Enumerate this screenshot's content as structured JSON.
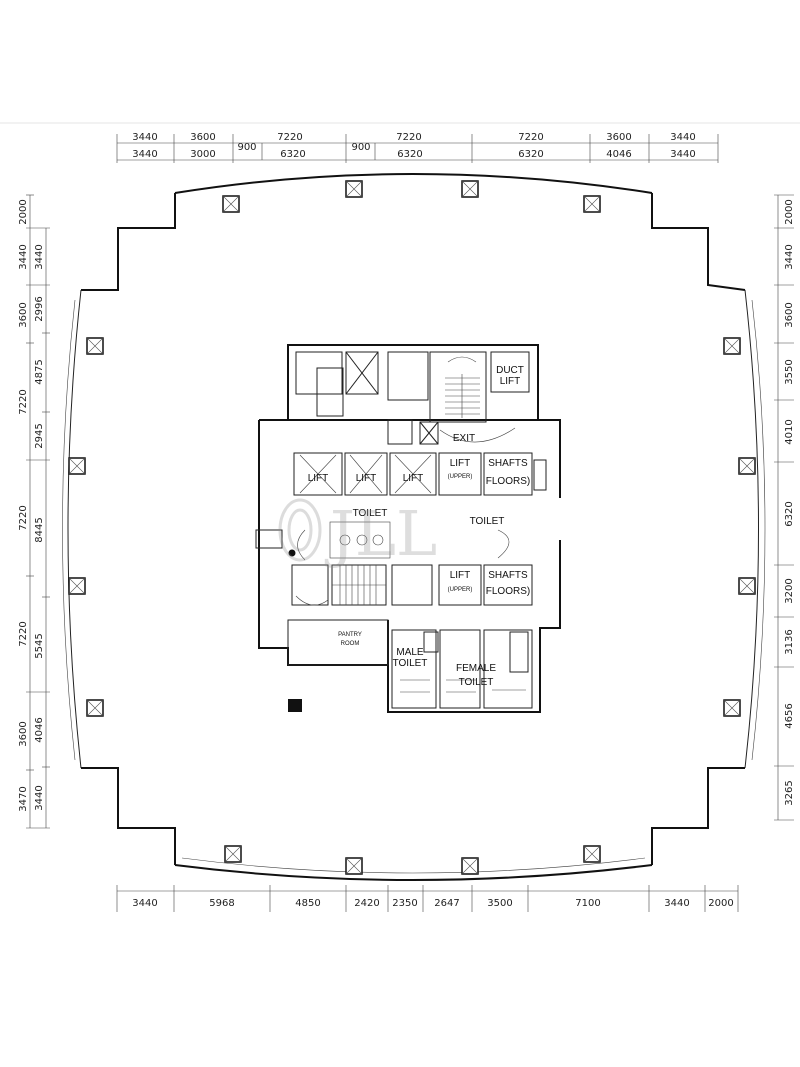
{
  "dimensions": {
    "top_row1": [
      "3440",
      "3600",
      "7220",
      "7220",
      "7220",
      "3600",
      "3440"
    ],
    "top_row2": [
      "3440",
      "3000",
      "900",
      "6320",
      "900",
      "6320",
      "6320",
      "4046",
      "3440"
    ],
    "bottom_row": [
      "3440",
      "5968",
      "4850",
      "2420",
      "2350",
      "2647",
      "3500",
      "7100",
      "3440",
      "2000"
    ],
    "left_outer": [
      "2000",
      "3440",
      "3600",
      "7220",
      "7220",
      "7220",
      "3600",
      "3470"
    ],
    "left_inner": [
      "3440",
      "2996",
      "4875",
      "2945",
      "8445",
      "5545",
      "4046",
      "3440"
    ],
    "right_row": [
      "2000",
      "3440",
      "3600",
      "3550",
      "4010",
      "6320",
      "3200",
      "3136",
      "4656",
      "3265"
    ]
  },
  "rooms": {
    "lift_1": "LIFT",
    "lift_2": "LIFT",
    "lift_3": "LIFT",
    "lift_4": "LIFT",
    "lift_5": "LIFT",
    "lift_upper": "(UPPER)",
    "shafts_1": "SHAFTS",
    "shafts_1_sub": "FLOORS)",
    "shafts_2": "SHAFTS",
    "shafts_2_sub": "FLOORS)",
    "exit": "EXIT",
    "duct_lift_top": "DUCT",
    "duct_lift_bottom": "LIFT",
    "toilet_left": "TOILET",
    "toilet_right": "TOILET",
    "pantry_top": "PANTRY",
    "pantry_bottom": "ROOM",
    "male_top": "MALE",
    "male_bottom": "TOILET",
    "female_top": "FEMALE",
    "female_bottom": "TOILET"
  },
  "watermark": "JLL"
}
